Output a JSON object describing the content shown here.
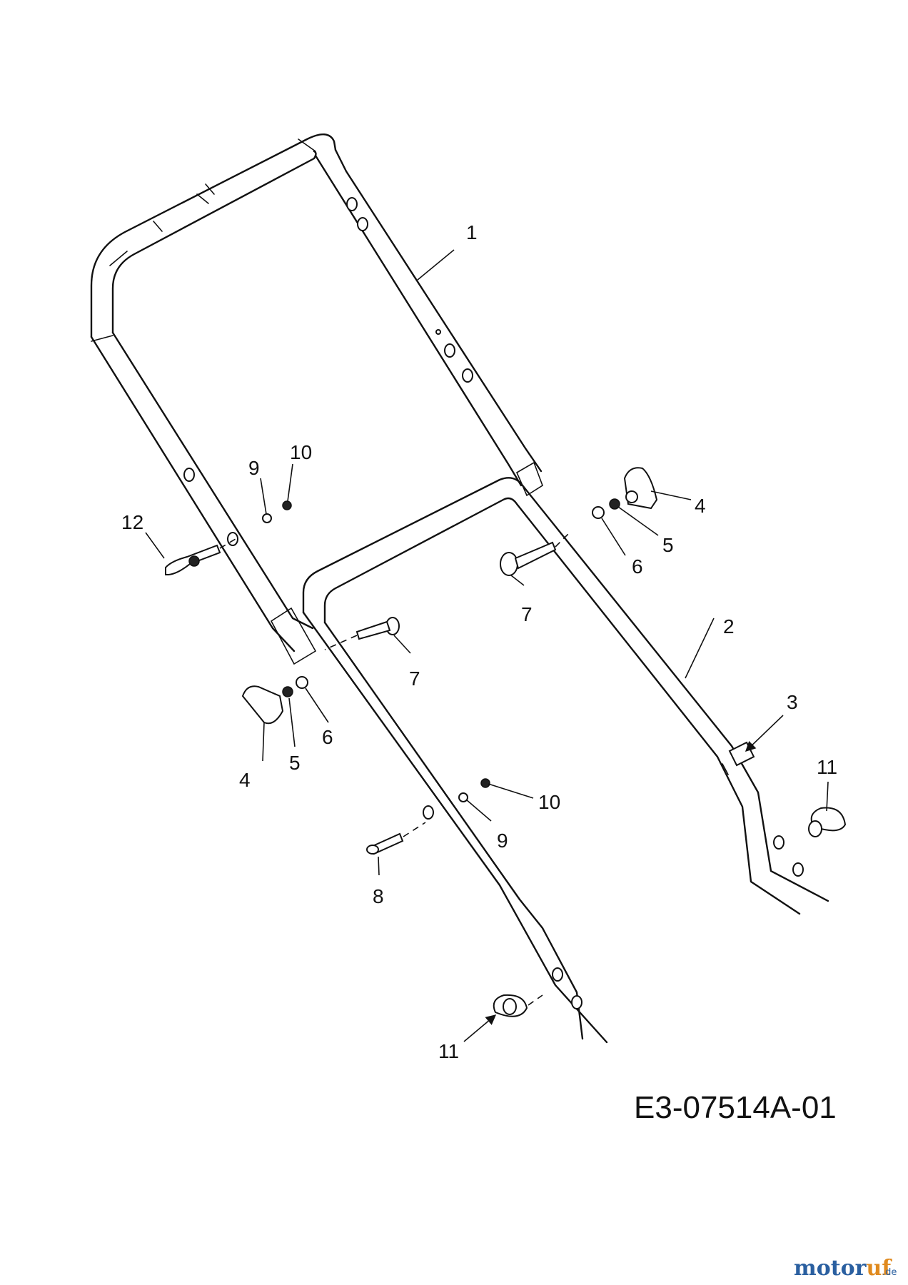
{
  "diagram": {
    "callouts": [
      "1",
      "2",
      "3",
      "4",
      "4",
      "5",
      "5",
      "6",
      "6",
      "7",
      "7",
      "8",
      "9",
      "9",
      "10",
      "10",
      "11",
      "11",
      "12"
    ],
    "drawing_code": "E3-07514A-01",
    "watermark": {
      "name": "motoruf",
      "tld": ".de"
    }
  }
}
